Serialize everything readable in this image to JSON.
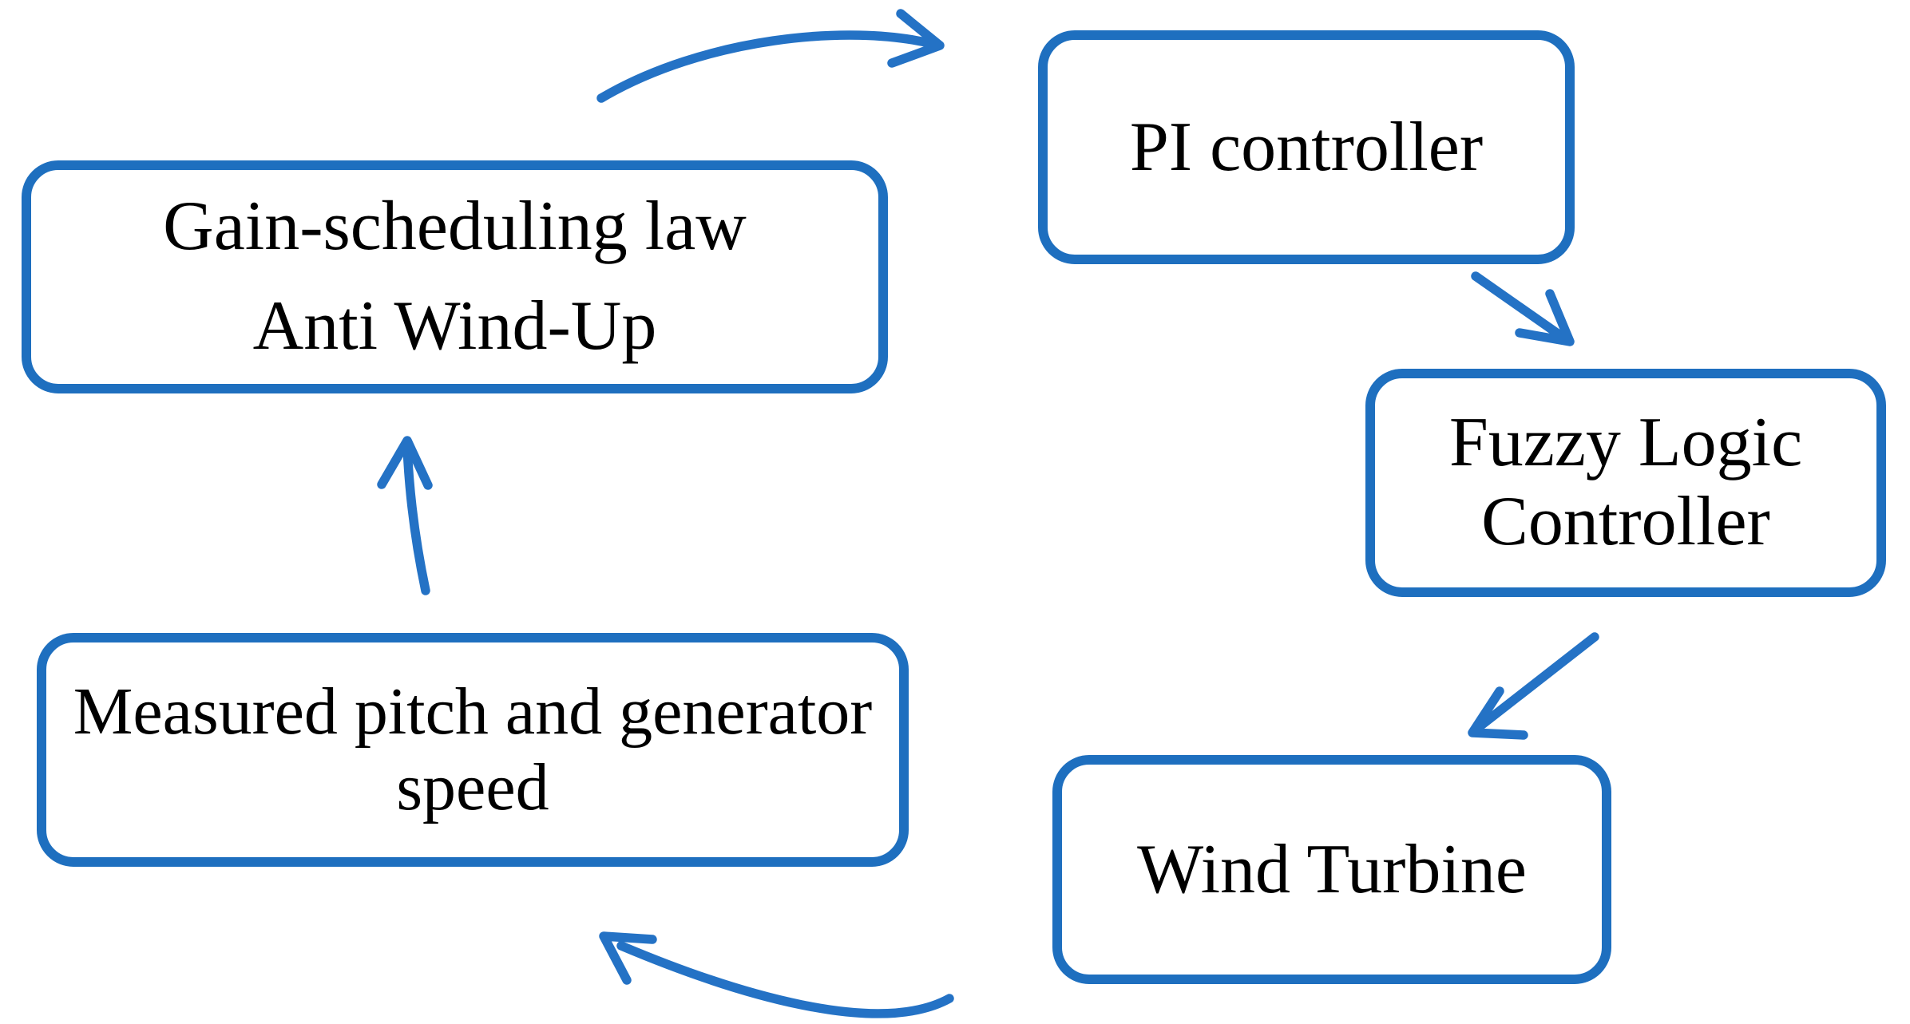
{
  "palette": {
    "box_border": "#1E6FBF",
    "arrow": "#2472C5",
    "text": "#000000",
    "background": "#ffffff"
  },
  "nodes": {
    "gain": {
      "lines": [
        "Gain-scheduling law",
        "Anti Wind-Up"
      ]
    },
    "pi": {
      "lines": [
        "PI controller"
      ]
    },
    "fuzzy": {
      "lines": [
        "Fuzzy Logic",
        "Controller"
      ]
    },
    "wind": {
      "lines": [
        "Wind Turbine"
      ]
    },
    "measured": {
      "lines": [
        "Measured pitch and generator",
        "speed"
      ]
    }
  },
  "edges": [
    {
      "from": "gain",
      "to": "pi",
      "style": "curved"
    },
    {
      "from": "pi",
      "to": "fuzzy",
      "style": "straight"
    },
    {
      "from": "fuzzy",
      "to": "wind",
      "style": "straight"
    },
    {
      "from": "wind",
      "to": "measured",
      "style": "curved"
    },
    {
      "from": "measured",
      "to": "gain",
      "style": "straight"
    }
  ]
}
